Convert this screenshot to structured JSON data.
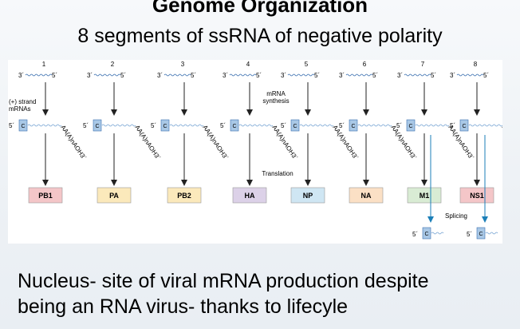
{
  "header": {
    "title": "Genome Organization",
    "subtitle": "8 segments of ssRNA of negative polarity"
  },
  "diagram": {
    "segments": [
      {
        "number": "1",
        "protein": "PB1",
        "color": "#f4c6c8"
      },
      {
        "number": "2",
        "protein": "PA",
        "color": "#fbe9bb"
      },
      {
        "number": "3",
        "protein": "PB2",
        "color": "#fbe9bb"
      },
      {
        "number": "4",
        "protein": "HA",
        "color": "#dcd1e8"
      },
      {
        "number": "5",
        "protein": "NP",
        "color": "#cfe6f3"
      },
      {
        "number": "6",
        "protein": "NA",
        "color": "#fbe0c5"
      },
      {
        "number": "7",
        "protein": "M1",
        "color": "#d9ecd4"
      },
      {
        "number": "8",
        "protein": "NS1",
        "color": "#f4c6c8"
      }
    ],
    "three_prime": "3´",
    "five_prime": "5´",
    "cap": "C",
    "polya_tail": "AA(A)nAOH3´",
    "strand_label": [
      "(+) strand",
      "mRNAs"
    ],
    "synthesis_label": [
      "mRNA",
      "synthesis"
    ],
    "translation_label": "Translation",
    "splicing_label": "Splicing",
    "arrow_color": "#222222",
    "splice_arrow_color": "#1b7fb8",
    "cap_box_color": "#a9c8e6"
  },
  "footer": {
    "line1": "Nucleus-  site of viral mRNA production despite",
    "line2": "being an RNA virus- thanks to lifecyle"
  }
}
